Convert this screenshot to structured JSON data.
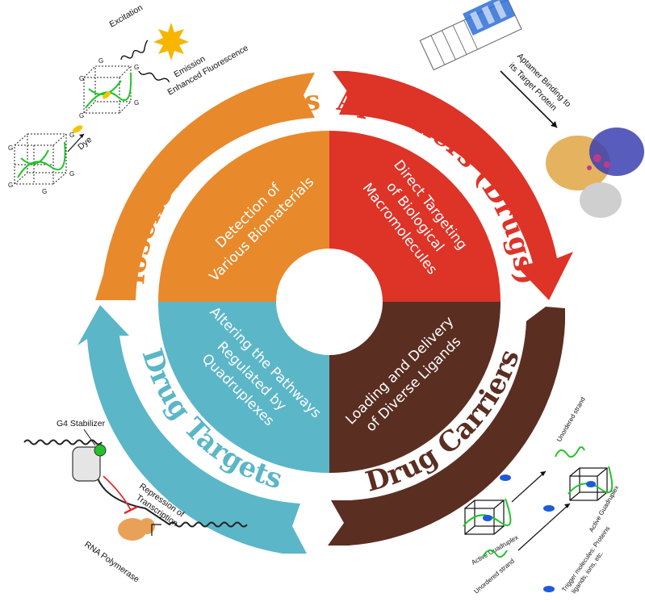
{
  "colors": {
    "orange": "#E8892B",
    "red": "#DE3327",
    "brown": "#5B2E22",
    "teal": "#5BB6C8",
    "green": "#22C32A"
  },
  "arcs": {
    "biosensors": "Biosensors (Probes)",
    "aptamers": "Aptamers (Drugs)",
    "drug_carriers": "Drug Carriers",
    "drug_targets": "Drug Targets"
  },
  "quadrants": {
    "top_left": [
      "Detection of",
      "Various Biomaterials"
    ],
    "top_right": [
      "Direct Targeting",
      "of Biological",
      "Macromolecules"
    ],
    "bottom_right": [
      "Loading and Delivery",
      "of Diverse Ligands"
    ],
    "bottom_left": [
      "Altering the Pathways",
      "Regulated by",
      "Quadruplexes"
    ]
  },
  "biosensor_panel": {
    "excitation": "Excitation",
    "emission": "Emission",
    "enhanced": "Enhanced Fluorescence",
    "dye": "Dye",
    "g": "G"
  },
  "aptamer_panel": {
    "line1": "Aptamer Binding to",
    "line2": "its Target Protein"
  },
  "target_panel": {
    "stabilizer": "G4 Stabilizer",
    "repression1": "Repression of",
    "repression2": "Transcription",
    "polymerase": "RNA Polymerase"
  },
  "carrier_panel": {
    "unordered_top": "Unordered strand",
    "active_left": "Active Guadruplex",
    "active_right": "Active Guadruplex",
    "unordered_bottom": "Unordered strand",
    "trigger1": "Trigger molecules: Proteins",
    "trigger2": "ligands, ions, etc."
  }
}
